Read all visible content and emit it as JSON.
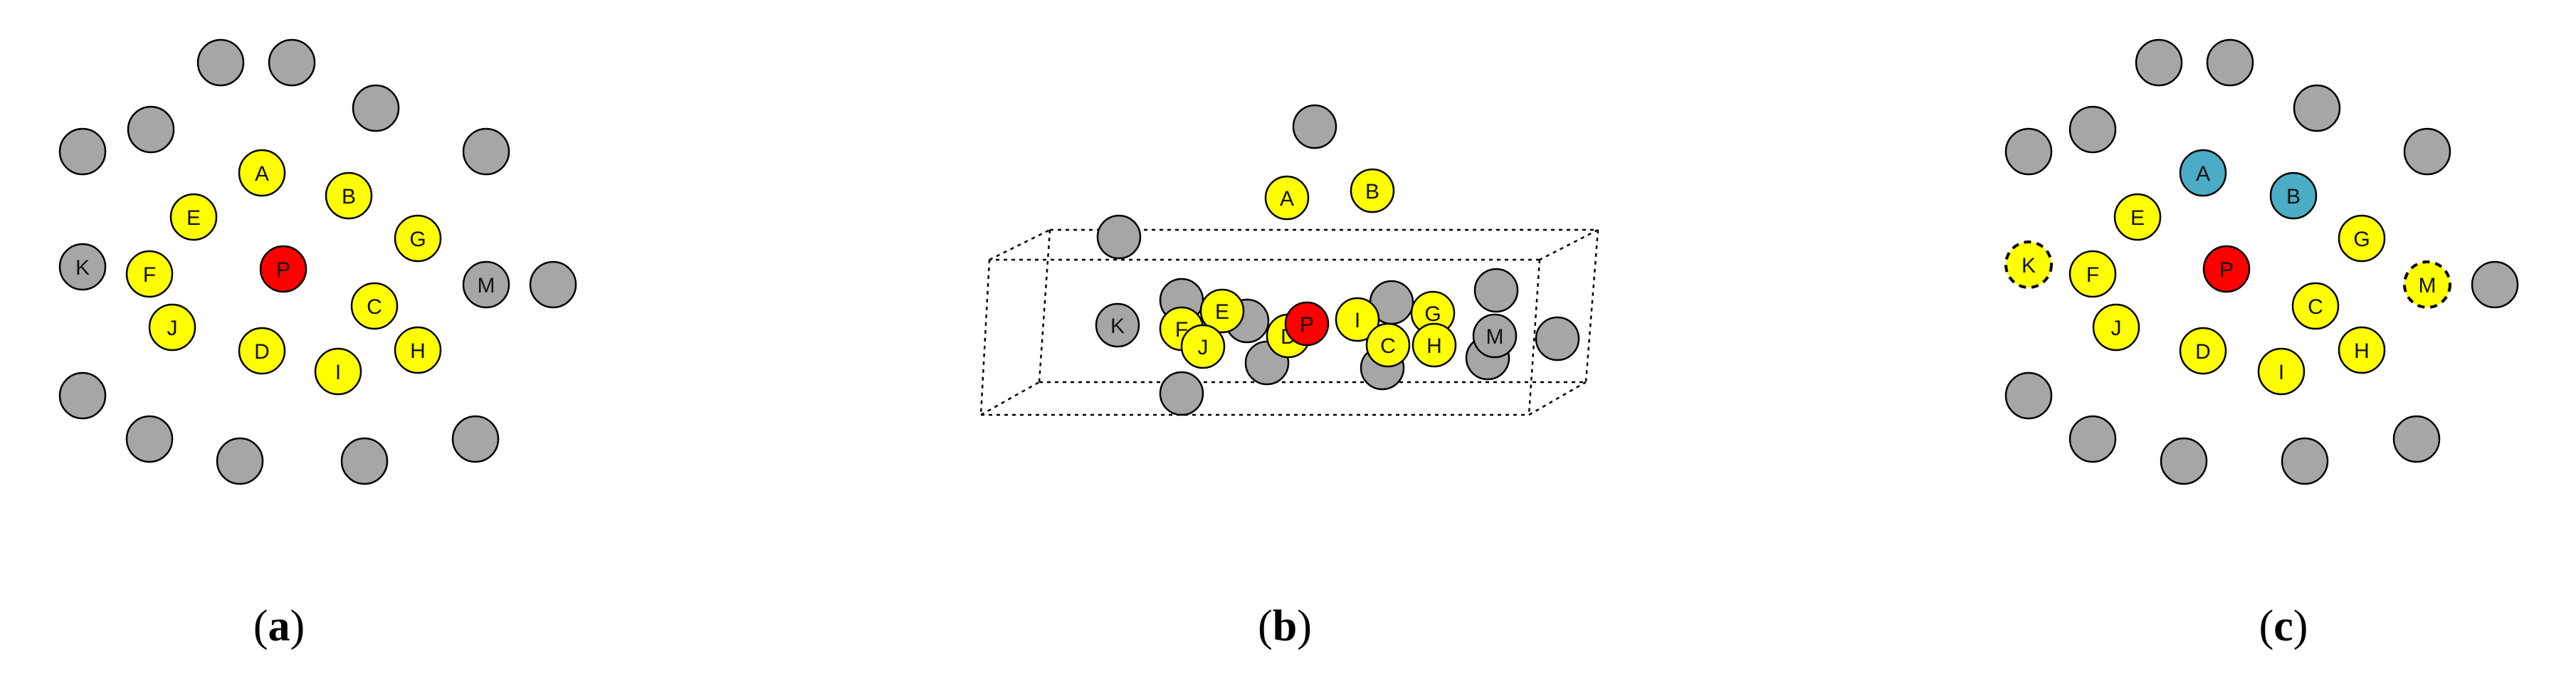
{
  "colors": {
    "gray": "#a6a6a6",
    "yellow": "#ffff00",
    "red": "#ff0000",
    "blue": "#4bacc6",
    "stroke": "#000000"
  },
  "panels": [
    {
      "id": "a",
      "caption": {
        "open": "(",
        "letter": "a",
        "close": ")"
      },
      "nodes": [
        {
          "label": "",
          "color": "gray"
        },
        {
          "label": "",
          "color": "gray"
        },
        {
          "label": "",
          "color": "gray"
        },
        {
          "label": "",
          "color": "gray"
        },
        {
          "label": "",
          "color": "gray"
        },
        {
          "label": "",
          "color": "gray"
        },
        {
          "label": "A",
          "color": "yellow"
        },
        {
          "label": "B",
          "color": "yellow"
        },
        {
          "label": "E",
          "color": "yellow"
        },
        {
          "label": "G",
          "color": "yellow"
        },
        {
          "label": "K",
          "color": "gray"
        },
        {
          "label": "F",
          "color": "yellow"
        },
        {
          "label": "P",
          "color": "red"
        },
        {
          "label": "C",
          "color": "yellow"
        },
        {
          "label": "M",
          "color": "gray"
        },
        {
          "label": "",
          "color": "gray"
        },
        {
          "label": "J",
          "color": "yellow"
        },
        {
          "label": "D",
          "color": "yellow"
        },
        {
          "label": "I",
          "color": "yellow"
        },
        {
          "label": "H",
          "color": "yellow"
        },
        {
          "label": "",
          "color": "gray"
        },
        {
          "label": "",
          "color": "gray"
        },
        {
          "label": "",
          "color": "gray"
        },
        {
          "label": "",
          "color": "gray"
        },
        {
          "label": "",
          "color": "gray"
        }
      ]
    },
    {
      "id": "b",
      "caption": {
        "open": "(",
        "letter": "b",
        "close": ")"
      },
      "nodes": [
        {
          "label": "",
          "color": "gray"
        },
        {
          "label": "A",
          "color": "yellow"
        },
        {
          "label": "B",
          "color": "yellow"
        },
        {
          "label": "",
          "color": "gray"
        },
        {
          "label": "",
          "color": "gray"
        },
        {
          "label": "",
          "color": "gray"
        },
        {
          "label": "",
          "color": "gray"
        },
        {
          "label": "",
          "color": "gray"
        },
        {
          "label": "",
          "color": "gray"
        },
        {
          "label": "",
          "color": "gray"
        },
        {
          "label": "",
          "color": "gray"
        },
        {
          "label": "",
          "color": "gray"
        },
        {
          "label": "",
          "color": "gray"
        },
        {
          "label": "K",
          "color": "gray"
        },
        {
          "label": "E",
          "color": "yellow"
        },
        {
          "label": "F",
          "color": "yellow"
        },
        {
          "label": "J",
          "color": "yellow"
        },
        {
          "label": "D",
          "color": "yellow"
        },
        {
          "label": "P",
          "color": "red"
        },
        {
          "label": "I",
          "color": "yellow"
        },
        {
          "label": "G",
          "color": "yellow"
        },
        {
          "label": "C",
          "color": "yellow"
        },
        {
          "label": "H",
          "color": "yellow"
        },
        {
          "label": "M",
          "color": "gray"
        }
      ]
    },
    {
      "id": "c",
      "caption": {
        "open": "(",
        "letter": "c",
        "close": ")"
      },
      "nodes": [
        {
          "label": "",
          "color": "gray"
        },
        {
          "label": "",
          "color": "gray"
        },
        {
          "label": "",
          "color": "gray"
        },
        {
          "label": "",
          "color": "gray"
        },
        {
          "label": "",
          "color": "gray"
        },
        {
          "label": "",
          "color": "gray"
        },
        {
          "label": "A",
          "color": "blue"
        },
        {
          "label": "B",
          "color": "blue"
        },
        {
          "label": "E",
          "color": "yellow"
        },
        {
          "label": "G",
          "color": "yellow"
        },
        {
          "label": "K",
          "color": "yellow",
          "dashed": true
        },
        {
          "label": "F",
          "color": "yellow"
        },
        {
          "label": "P",
          "color": "red"
        },
        {
          "label": "C",
          "color": "yellow"
        },
        {
          "label": "M",
          "color": "yellow",
          "dashed": true
        },
        {
          "label": "",
          "color": "gray"
        },
        {
          "label": "J",
          "color": "yellow"
        },
        {
          "label": "D",
          "color": "yellow"
        },
        {
          "label": "I",
          "color": "yellow"
        },
        {
          "label": "H",
          "color": "yellow"
        },
        {
          "label": "",
          "color": "gray"
        },
        {
          "label": "",
          "color": "gray"
        },
        {
          "label": "",
          "color": "gray"
        },
        {
          "label": "",
          "color": "gray"
        },
        {
          "label": "",
          "color": "gray"
        }
      ]
    }
  ]
}
